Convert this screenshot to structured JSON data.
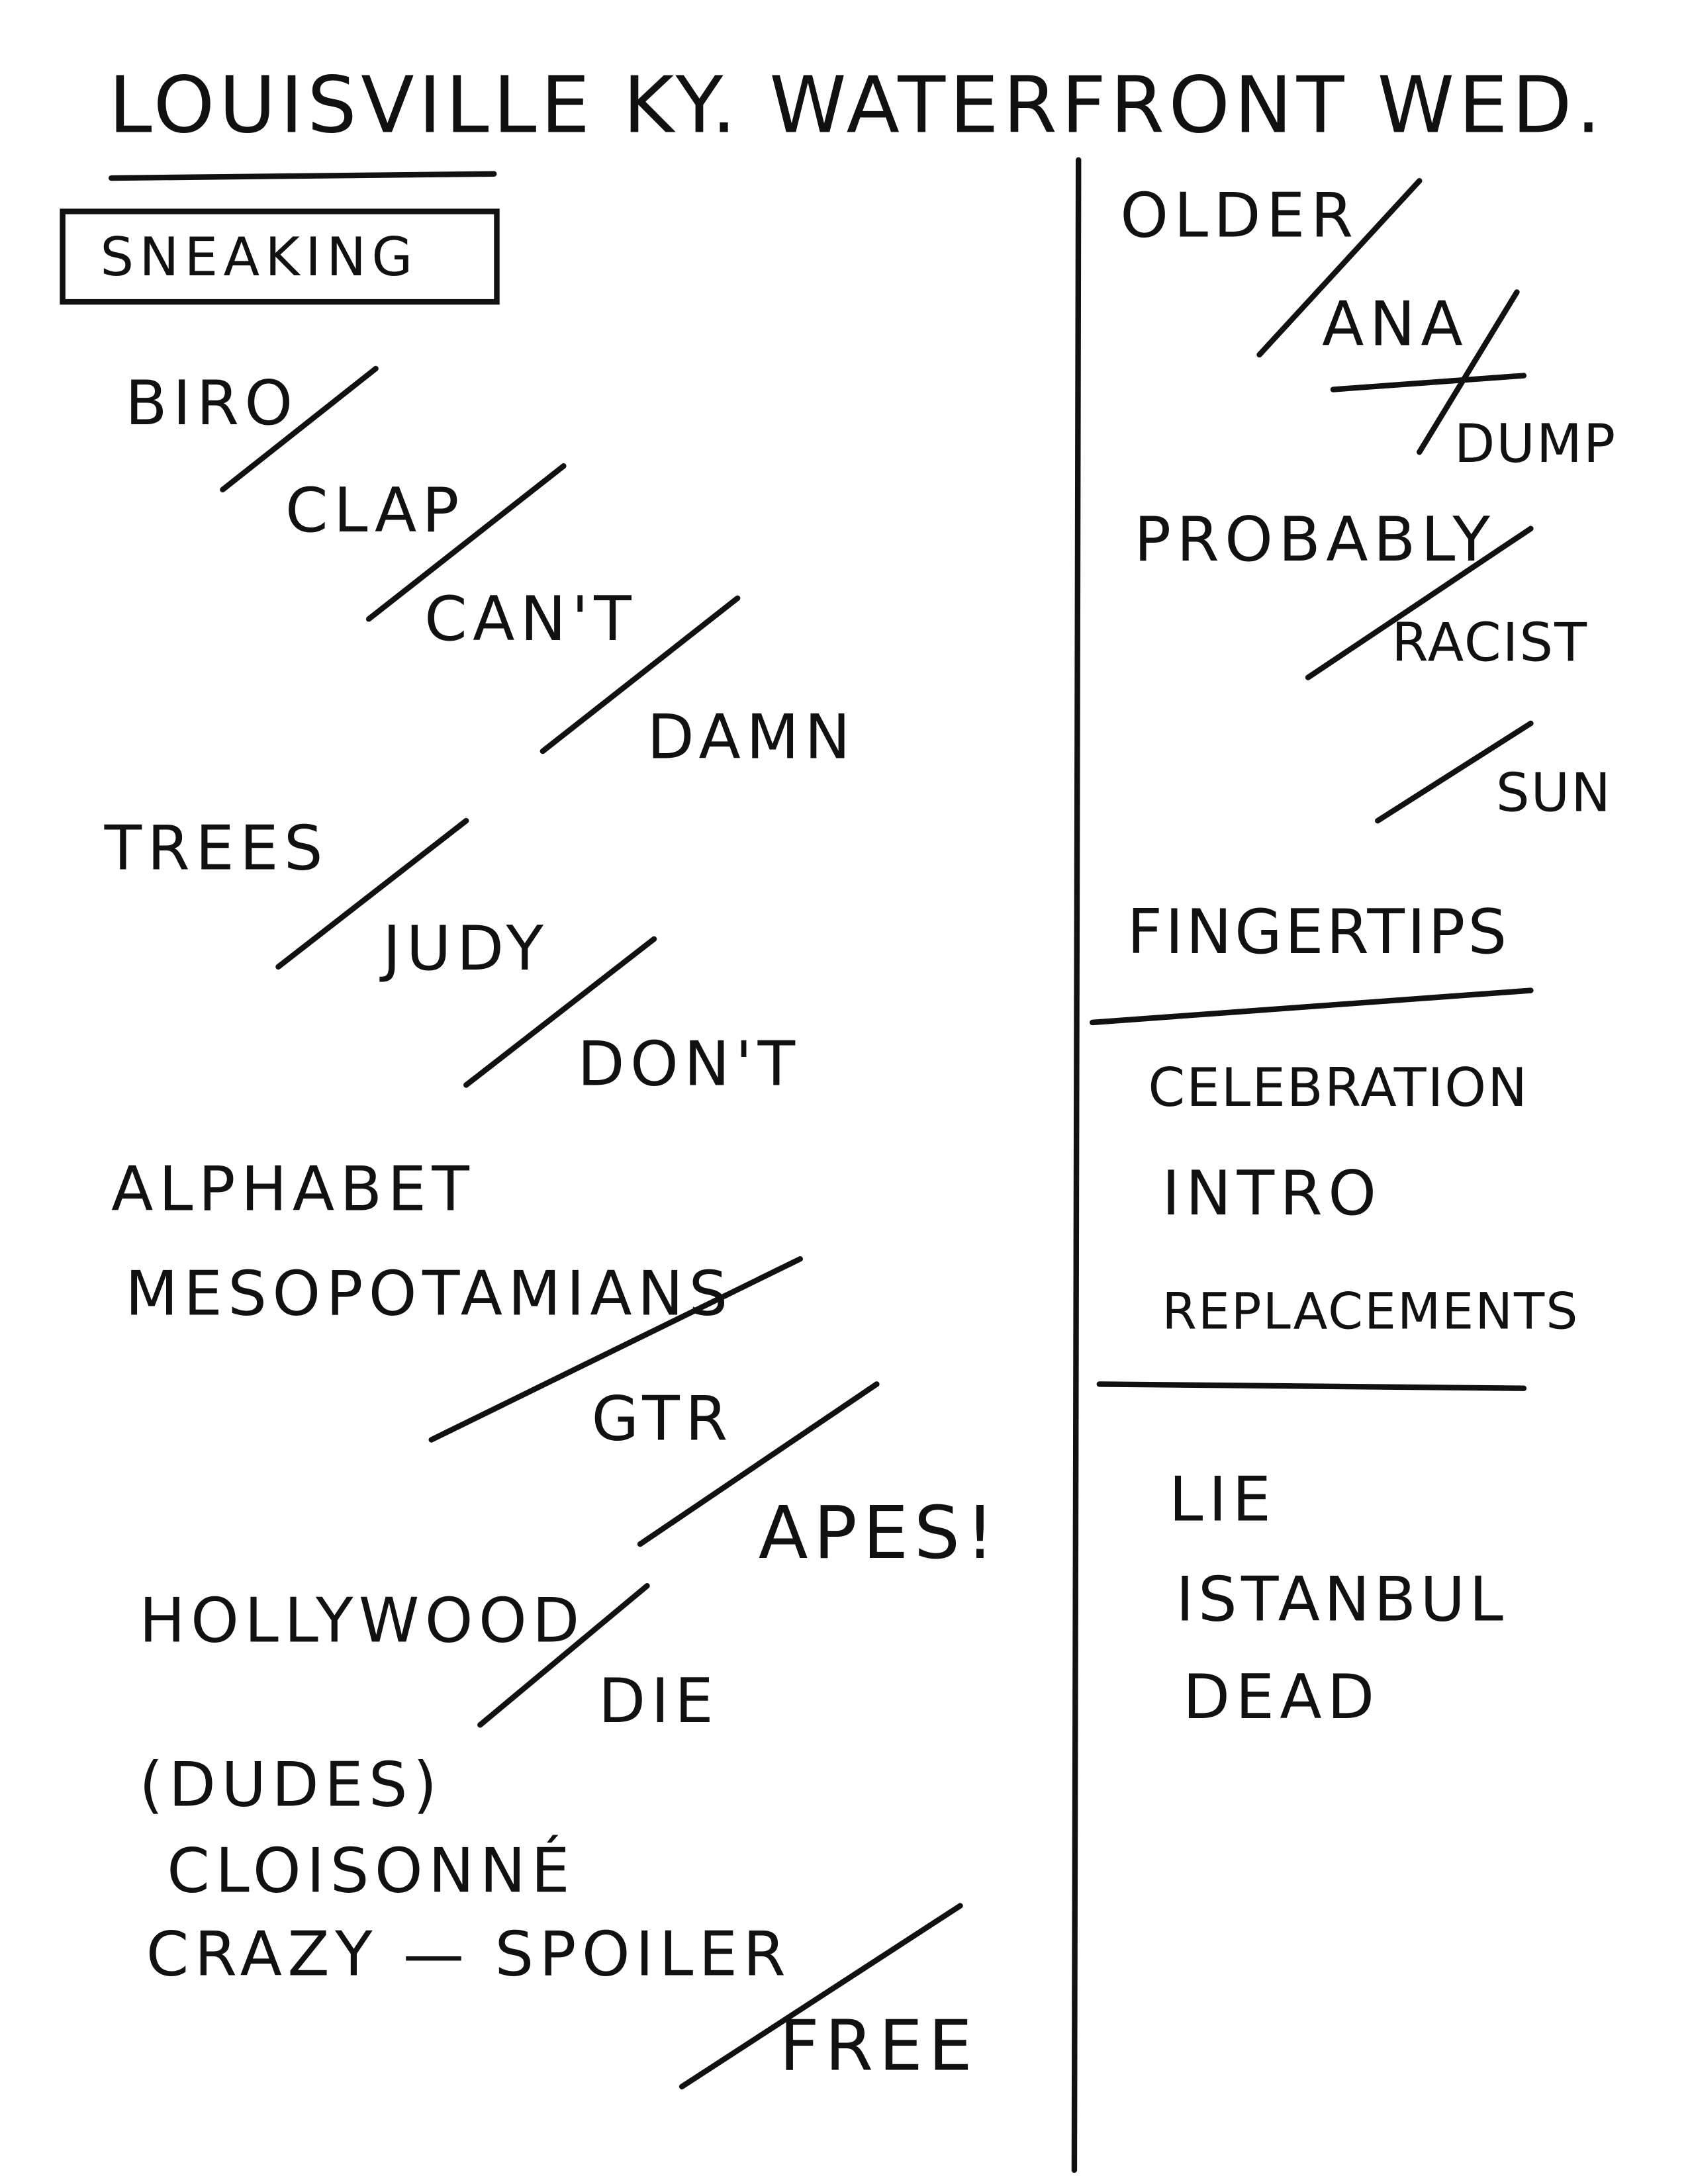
{
  "title": "LOUISVILLE KY. WATERFRONT WED.",
  "left_column": [
    "SNEAKING",
    "BIRO",
    "CLAP",
    "CAN'T",
    "DAMN",
    "TREES",
    "JUDY",
    "DON'T",
    "ALPHABET",
    "MESOPOTAMIANS",
    "GTR",
    "APES!",
    "HOLLYWOOD",
    "DIE",
    "(DUDES)",
    "CLOISONNÉ",
    "CRAZY — SPOILER",
    "FREE"
  ],
  "right_column": [
    "OLDER",
    "ANA",
    "DUMP",
    "PROBABLY",
    "RACIST",
    "SUN",
    "FINGERTIPS",
    "CELEBRATION",
    "INTRO",
    "REPLACEMENTS",
    "LIE",
    "ISTANBUL",
    "DEAD"
  ]
}
